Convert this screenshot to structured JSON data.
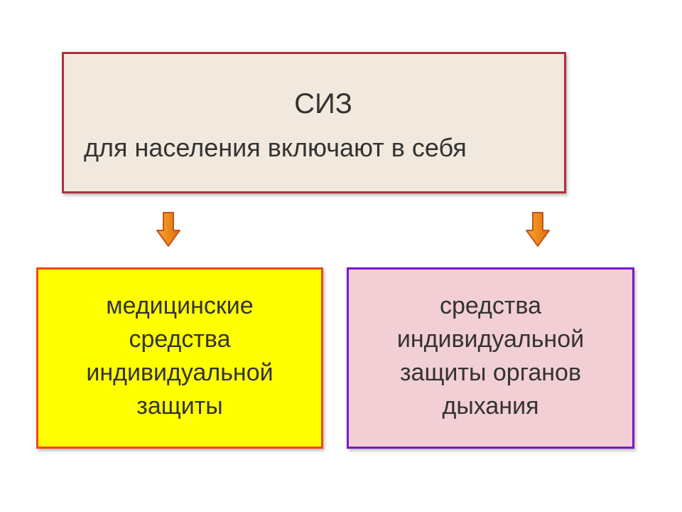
{
  "top": {
    "title": "СИЗ",
    "subtitle": "для населения включают в себя"
  },
  "left": {
    "text": "медицинские\nсредства\nиндивидуальной\nзащиты"
  },
  "right": {
    "text": "средства\nиндивидуальной\nзащиты органов\nдыхания"
  },
  "colors": {
    "top_fill": "#f2e9de",
    "top_border": "#a9333a",
    "left_fill": "#ffff00",
    "left_border": "#f04a13",
    "right_fill": "#f1cfd4",
    "right_border": "#7b19c9",
    "arrow_fill": "#f08a1c",
    "arrow_stroke": "#c0561a"
  },
  "icons": {
    "arrows": "down-arrow-icon"
  }
}
